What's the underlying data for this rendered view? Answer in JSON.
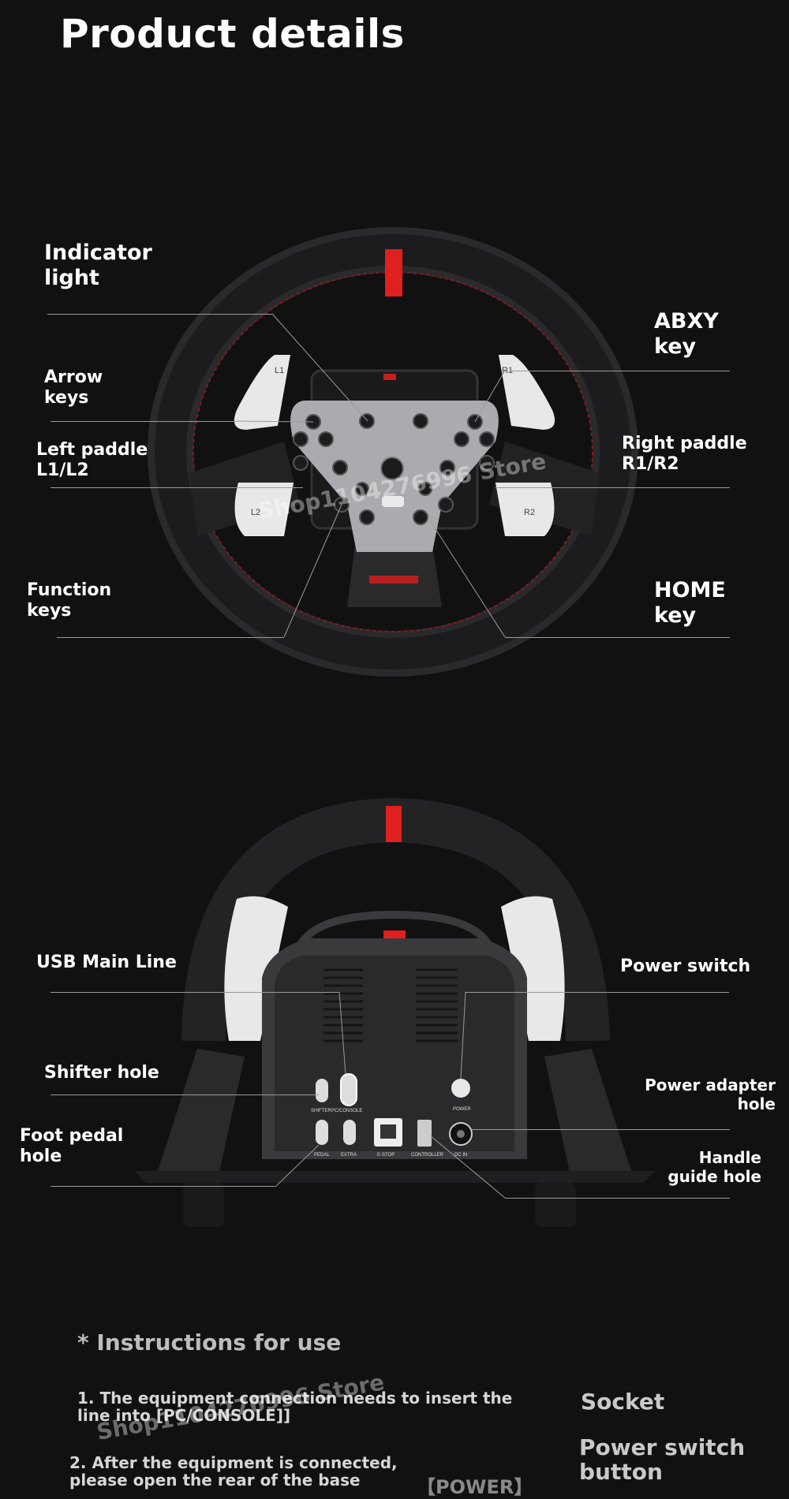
{
  "title": "Product details",
  "top_labels": {
    "indicator_light": [
      "Indicator",
      "light"
    ],
    "arrow_keys": [
      "Arrow",
      "keys"
    ],
    "left_paddle": [
      "Left paddle",
      "L1/L2"
    ],
    "function_keys": [
      "Function",
      "keys"
    ],
    "abxy_key": [
      "ABXY",
      "key"
    ],
    "right_paddle": [
      "Right paddle",
      "R1/R2"
    ],
    "home_key": [
      "HOME",
      "key"
    ]
  },
  "wheel_text": {
    "l1": "L1",
    "l2": "L2",
    "r1": "R1",
    "r2": "R2"
  },
  "bottom_labels": {
    "usb_main_line": "USB Main Line",
    "shifter_hole": "Shifter hole",
    "foot_pedal_hole": [
      "Foot pedal",
      "hole"
    ],
    "power_switch": "Power switch",
    "power_adapter_hole": [
      "Power adapter",
      "hole"
    ],
    "handle_guide_hole": [
      "Handle",
      "guide hole"
    ]
  },
  "base_ports": {
    "shifter": "SHIFTER",
    "pc_console": "PC/CONSOLE",
    "power": "POWER",
    "pedal": "PEDAL",
    "extra": "EXTRA",
    "e_stop": "E-STOP",
    "controller": "CONTROLLER",
    "dc_in": "DC IN"
  },
  "instructions": {
    "title": "* Instructions for use",
    "step1": [
      "1. The equipment connection needs to insert the",
      "line into [PC/CONSOLE]]"
    ],
    "step2": [
      "2. After the equipment is connected,",
      "please open the rear of the base"
    ],
    "power_tag": "【POWER】"
  },
  "side_labels": {
    "socket": "Socket",
    "power_switch_button": [
      "Power switch",
      "button"
    ]
  },
  "watermarks": [
    "Shop1104276996 Store",
    "Shop1104276996 Store"
  ],
  "colors": {
    "background": "#111112",
    "accent_red": "#e0201e",
    "line": "#9a9a9a"
  }
}
